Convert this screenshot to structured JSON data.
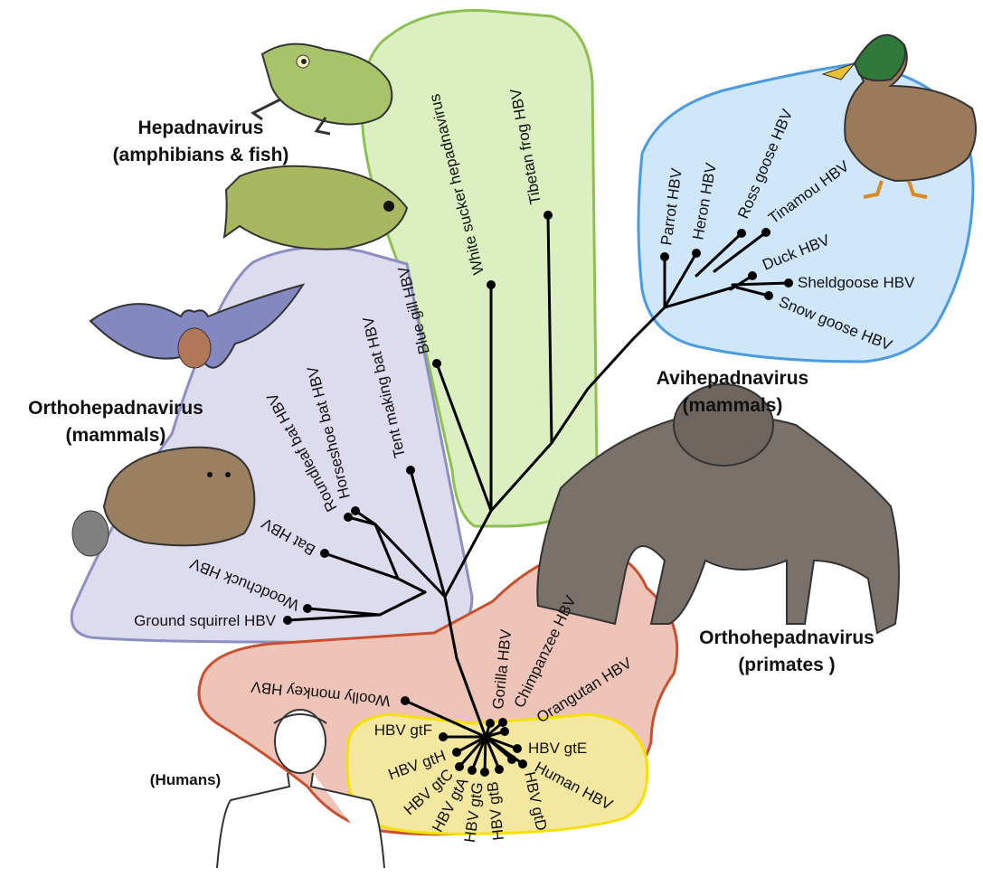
{
  "groups": {
    "hepadna_amphibians": {
      "title": "Hepadnavirus",
      "subtitle": "(amphibians & fish)"
    },
    "avihepadna": {
      "title": "Avihepadnavirus",
      "subtitle": "(mammals)"
    },
    "ortho_mammals": {
      "title": "Orthohepadnavirus",
      "subtitle": "(mammals)"
    },
    "ortho_primates": {
      "title": "Orthohepadnavirus",
      "subtitle": "(primates )"
    },
    "humans": {
      "title": "(Humans)"
    }
  },
  "leaves": {
    "tibetan_frog": "Tibetan frog HBV",
    "white_sucker": "White sucker hepadnavirus",
    "blue_gill": "Blue gill HBV",
    "parrot": "Parrot HBV",
    "heron": "Heron HBV",
    "ross_goose": "Ross goose HBV",
    "tinamou": "Tinamou HBV",
    "duck": "Duck HBV",
    "sheldgoose": "Sheldgoose HBV",
    "snow_goose": "Snow goose HBV",
    "tent_bat": "Tent making bat HBV",
    "horseshoe_bat": "Horseshoe bat HBV",
    "roundleaf_bat": "Roundleaf  bat HBV",
    "bat": "Bat HBV",
    "woodchuck": "Woodchuck HBV",
    "ground_squirrel": "Ground squirrel HBV",
    "woolly_monkey": "Woolly monkey HBV",
    "gorilla": "Gorilla HBV",
    "chimpanzee": "Chimpanzee HBV",
    "orangutan": "Orangutan HBV",
    "gtF": "HBV gtF",
    "gtH": "HBV gtH",
    "gtC": "HBV gtC",
    "gtA": "HBV gtA",
    "gtG": "HBV gtG",
    "gtB": "HBV gtB",
    "gtD": "HBV gtD",
    "gtE": "HBV gtE",
    "human": "Human HBV"
  },
  "colors": {
    "green_region": "#dcefc0",
    "green_border": "#8cc152",
    "blue_region": "#cfe6fb",
    "blue_border": "#4a9be0",
    "lavender_region": "#dcdcee",
    "lavender_border": "#8d8fc0",
    "red_region": "#efc4b8",
    "red_border": "#c9502e",
    "yellow_region": "#f4e7a0",
    "yellow_border": "#f5e000",
    "branch": "#000000"
  },
  "illustrations": [
    "frog-icon",
    "fish-icon",
    "duck-icon",
    "bat-icon",
    "woodchuck-icon",
    "chimpanzee-icon",
    "human-figure-icon"
  ]
}
